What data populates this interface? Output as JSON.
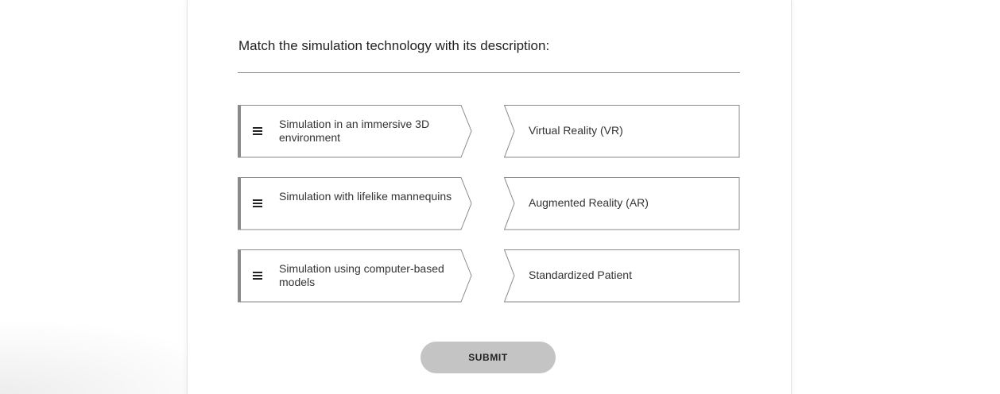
{
  "question": {
    "text": "Match the simulation technology with its description:"
  },
  "prompts": [
    {
      "label": "Simulation in an immersive 3D environment"
    },
    {
      "label": "Simulation with lifelike mannequins"
    },
    {
      "label": "Simulation using computer-based models"
    }
  ],
  "answers": [
    {
      "label": "Virtual Reality (VR)"
    },
    {
      "label": "Augmented Reality (AR)"
    },
    {
      "label": "Standardized Patient"
    }
  ],
  "submit": {
    "label": "SUBMIT"
  },
  "icons": {
    "drag_handle": "hamburger-drag-icon"
  },
  "colors": {
    "submit_background": "#c4c4c4",
    "accent_bar": "#8a8a8a",
    "border": "#8a8a8a",
    "text": "#333333"
  }
}
